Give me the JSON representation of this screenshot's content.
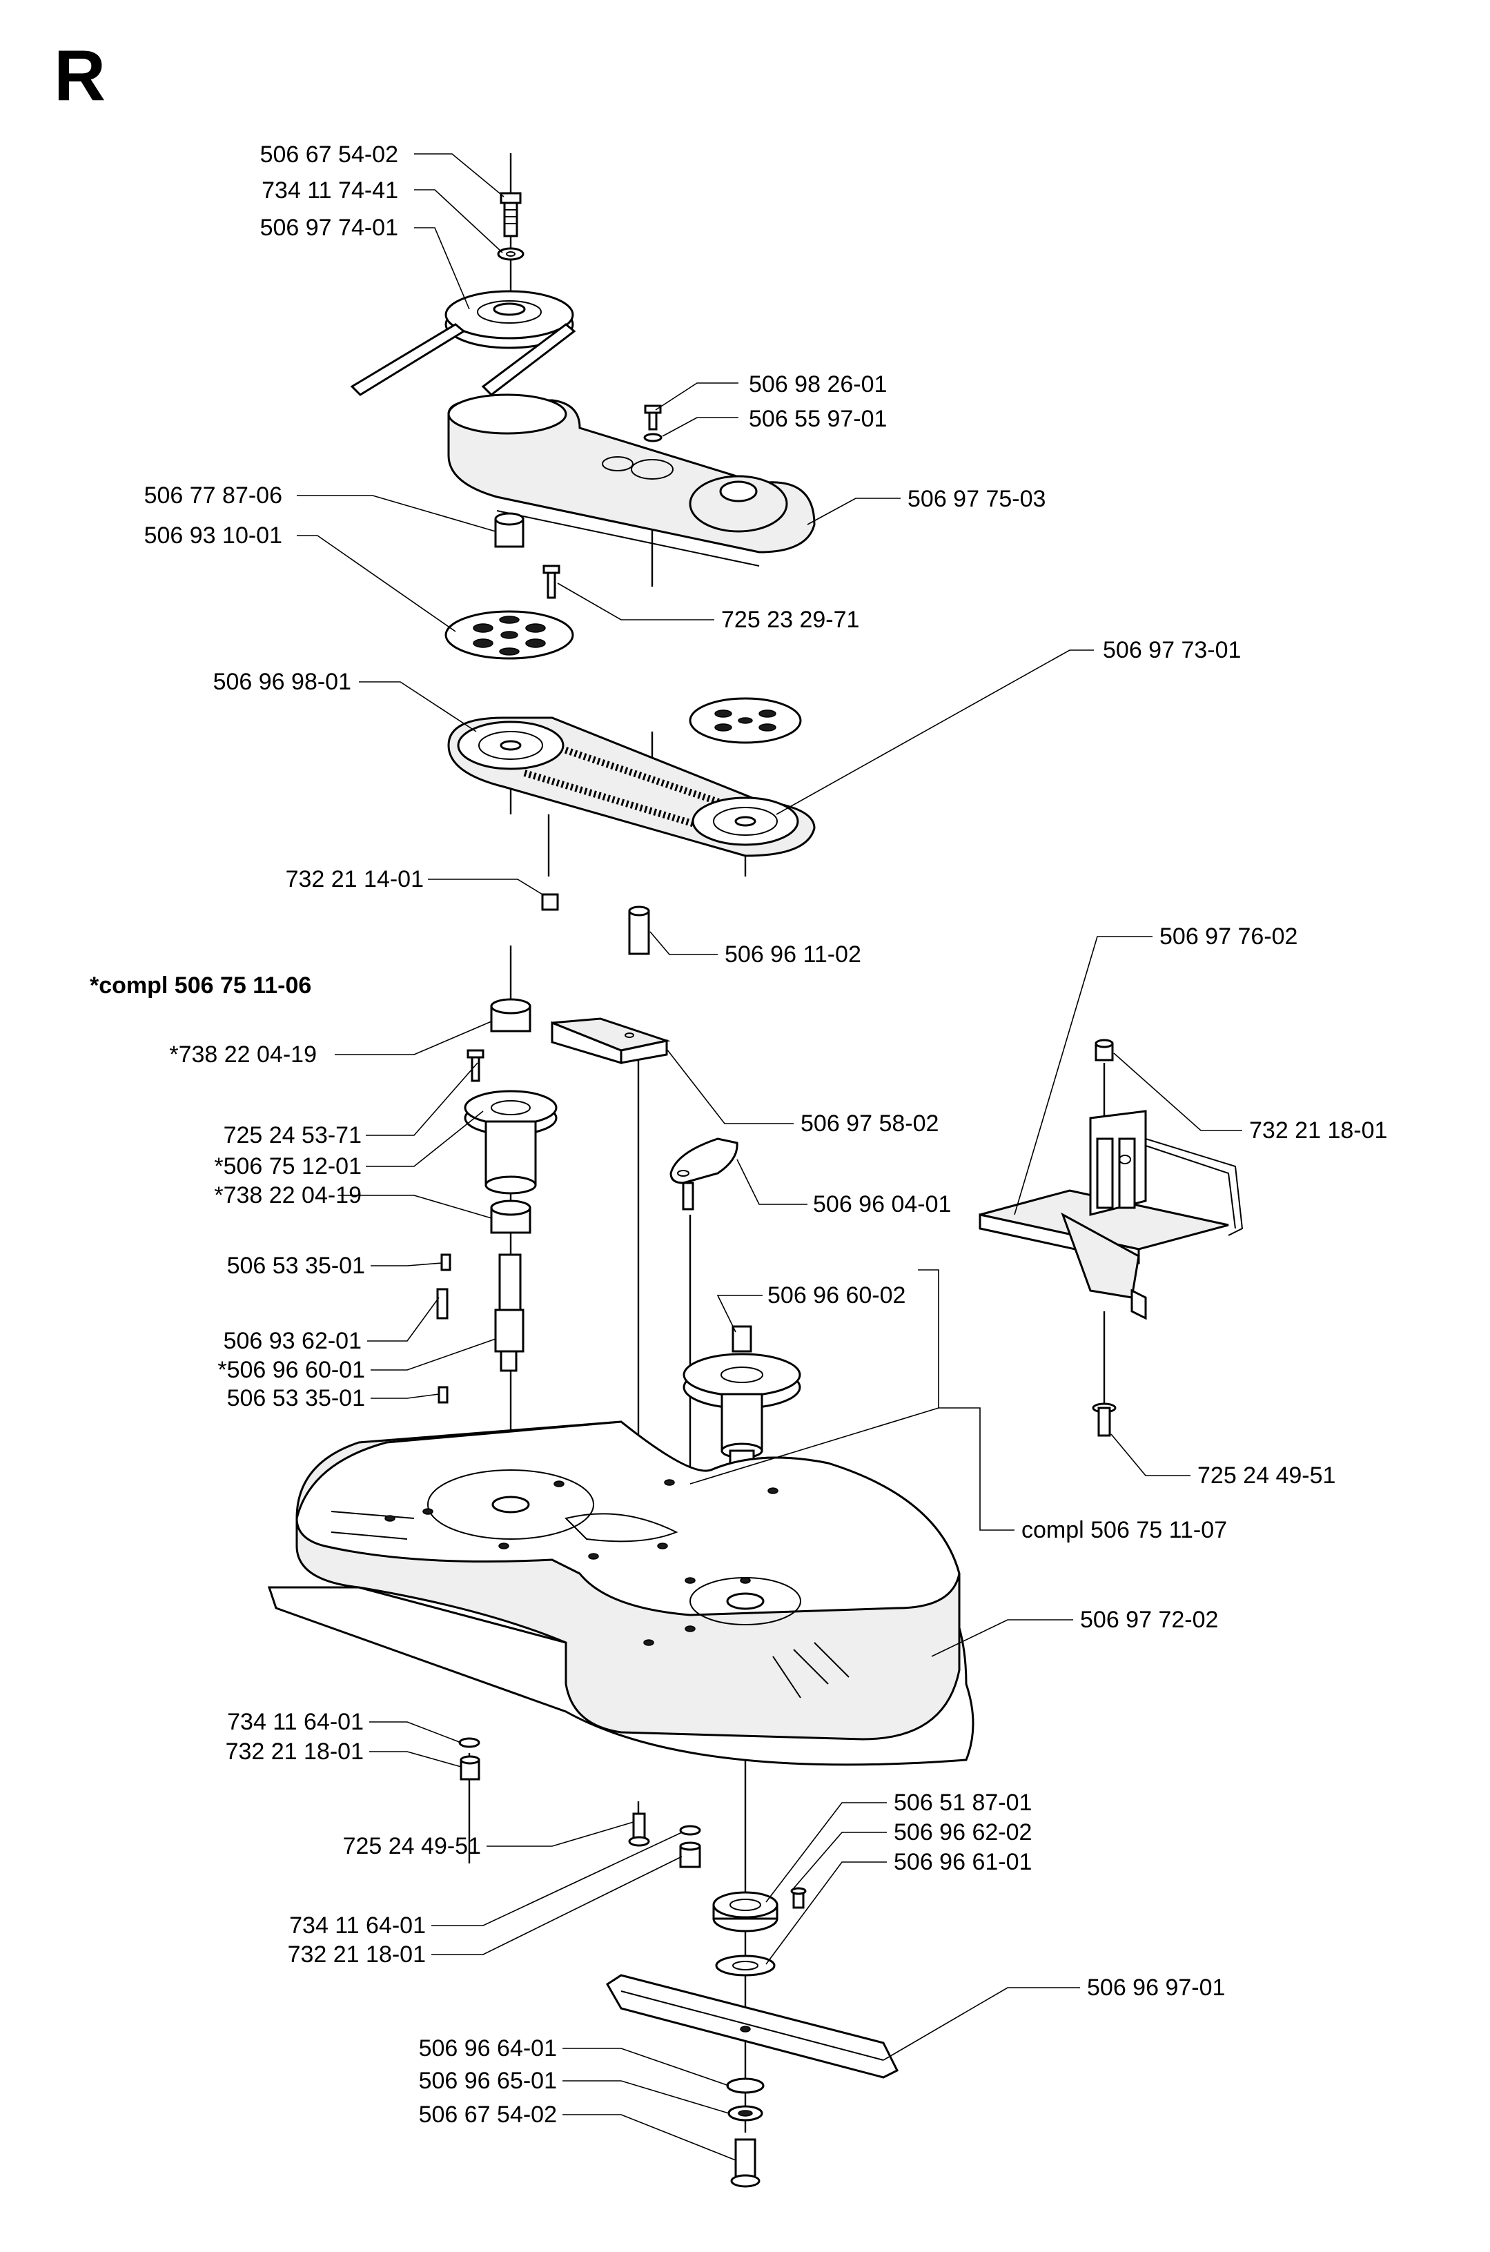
{
  "sheet": {
    "letter": "R"
  },
  "callouts": [
    {
      "id": "c1",
      "text": "506 67 54-02"
    },
    {
      "id": "c2",
      "text": "734 11 74-41"
    },
    {
      "id": "c3",
      "text": "506 97 74-01"
    },
    {
      "id": "c4",
      "text": "506 98 26-01"
    },
    {
      "id": "c5",
      "text": "506 55 97-01"
    },
    {
      "id": "c6",
      "text": "506 77 87-06"
    },
    {
      "id": "c7",
      "text": "506 93 10-01"
    },
    {
      "id": "c8",
      "text": "506 97 75-03"
    },
    {
      "id": "c9",
      "text": "725 23 29-71"
    },
    {
      "id": "c10",
      "text": "506 96 98-01"
    },
    {
      "id": "c11",
      "text": "506 97 73-01"
    },
    {
      "id": "c12",
      "text": "732 21 14-01"
    },
    {
      "id": "c13",
      "text": "506 96 11-02"
    },
    {
      "id": "c14",
      "text": "506 97 76-02"
    },
    {
      "id": "c15",
      "text": "*compl 506 75 11-06"
    },
    {
      "id": "c16",
      "text": "*738 22 04-19"
    },
    {
      "id": "c17",
      "text": "732 21 18-01"
    },
    {
      "id": "c18",
      "text": "506 97 58-02"
    },
    {
      "id": "c19",
      "text": "725 24 53-71"
    },
    {
      "id": "c20",
      "text": "*506 75 12-01"
    },
    {
      "id": "c21",
      "text": "*738 22 04-19"
    },
    {
      "id": "c22",
      "text": "506 96 04-01"
    },
    {
      "id": "c23",
      "text": "506 53 35-01"
    },
    {
      "id": "c24",
      "text": "506 96 60-02"
    },
    {
      "id": "c25",
      "text": "506 93 62-01"
    },
    {
      "id": "c26",
      "text": "*506 96 60-01"
    },
    {
      "id": "c27",
      "text": "506 53 35-01"
    },
    {
      "id": "c28",
      "text": "725 24 49-51"
    },
    {
      "id": "c29",
      "text": "compl 506 75 11-07"
    },
    {
      "id": "c30",
      "text": "506 97 72-02"
    },
    {
      "id": "c31",
      "text": "734 11 64-01"
    },
    {
      "id": "c32",
      "text": "732 21 18-01"
    },
    {
      "id": "c33",
      "text": "506 51 87-01"
    },
    {
      "id": "c34",
      "text": "725 24 49-51"
    },
    {
      "id": "c35",
      "text": "506 96 62-02"
    },
    {
      "id": "c36",
      "text": "506 96 61-01"
    },
    {
      "id": "c37",
      "text": "734 11 64-01"
    },
    {
      "id": "c38",
      "text": "732 21 18-01"
    },
    {
      "id": "c39",
      "text": "506 96 97-01"
    },
    {
      "id": "c40",
      "text": "506 96 64-01"
    },
    {
      "id": "c41",
      "text": "506 96 65-01"
    },
    {
      "id": "c42",
      "text": "506 67 54-02"
    }
  ]
}
